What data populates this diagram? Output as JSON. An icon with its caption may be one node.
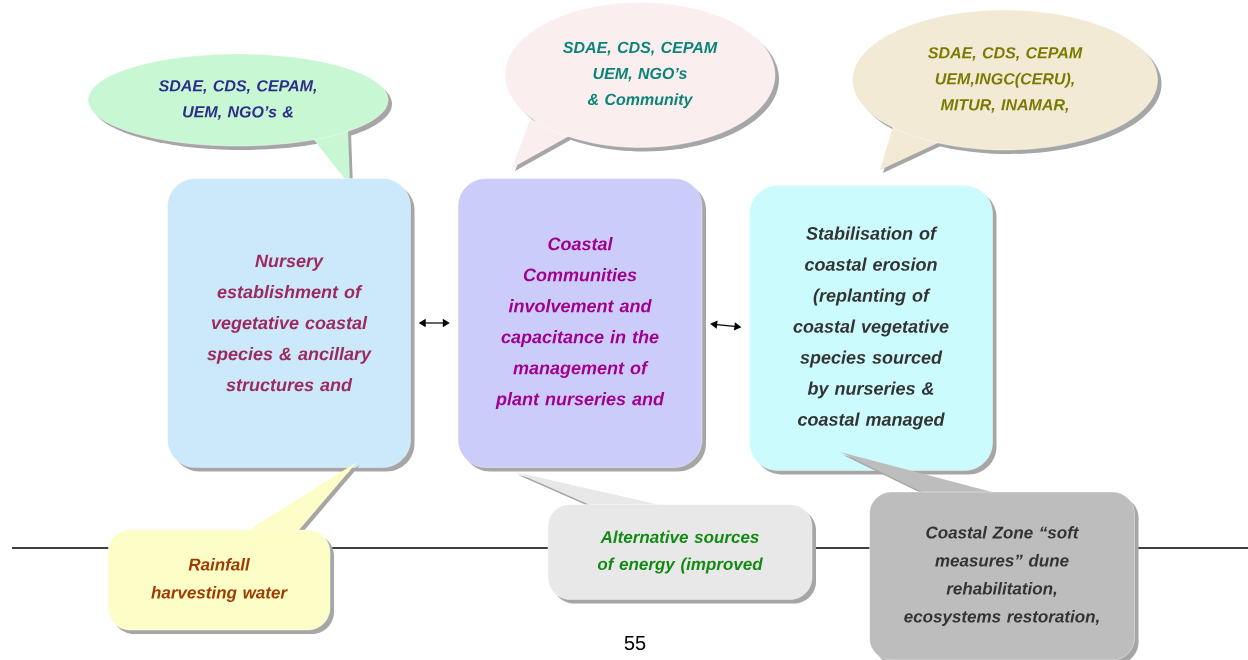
{
  "diagram": {
    "nodes": [
      {
        "text": [
          "SDAE, CDS, CEPAM, UEM, NGO’s &"
        ]
      },
      {
        "text": [
          "SDAE, CDS, CEPAM UEM, NGO’s & Community"
        ]
      },
      {
        "text": [
          "SDAE, CDS, CEPAM UEM,INGC(CERU), MITUR, INAMAR,"
        ]
      },
      {
        "text": [
          "Nursery establishment of vegetative coastal species & ancillary structures and"
        ]
      },
      {
        "text": [
          "Coastal Communities involvement and capacitance in the management of plant nurseries and"
        ]
      },
      {
        "text": [
          "Stabilisation of coastal erosion (replanting of coastal vegetative species sourced by nurseries & coastal managed"
        ]
      },
      {
        "text": [
          "Rainfall harvesting water"
        ]
      },
      {
        "text": [
          "Alternative sources of energy (improved"
        ]
      },
      {
        "text": [
          "Coastal Zone “soft measures” dune rehabilitation, ecosystems restoration,"
        ]
      }
    ],
    "edges": [
      {
        "from": 3,
        "to": 4,
        "arrow": "both"
      },
      {
        "from": 4,
        "to": 5,
        "arrow": "both"
      }
    ],
    "labels": [
      "55"
    ]
  }
}
